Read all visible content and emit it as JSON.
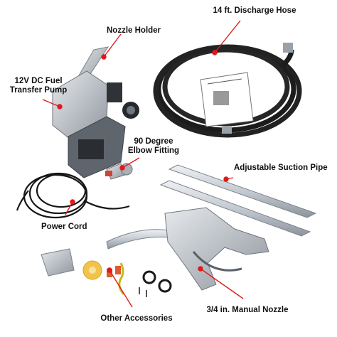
{
  "labels": {
    "discharge_hose": "14 ft. Discharge Hose",
    "nozzle_holder": "Nozzle Holder",
    "fuel_pump_line1": "12V DC Fuel",
    "fuel_pump_line2": "Transfer Pump",
    "elbow_line1": "90 Degree",
    "elbow_line2": "Elbow Fitting",
    "suction_pipe": "Adjustable Suction Pipe",
    "power_cord": "Power Cord",
    "manual_nozzle": "3/4 in. Manual Nozzle",
    "other_accessories": "Other Accessories"
  },
  "colors": {
    "callout_line": "#e0191c",
    "callout_dot": "#e0191c",
    "label_text": "#111111",
    "hose": "#1c1c1c",
    "metal": "#b9bec4",
    "nozzle": "#a8adb3"
  }
}
